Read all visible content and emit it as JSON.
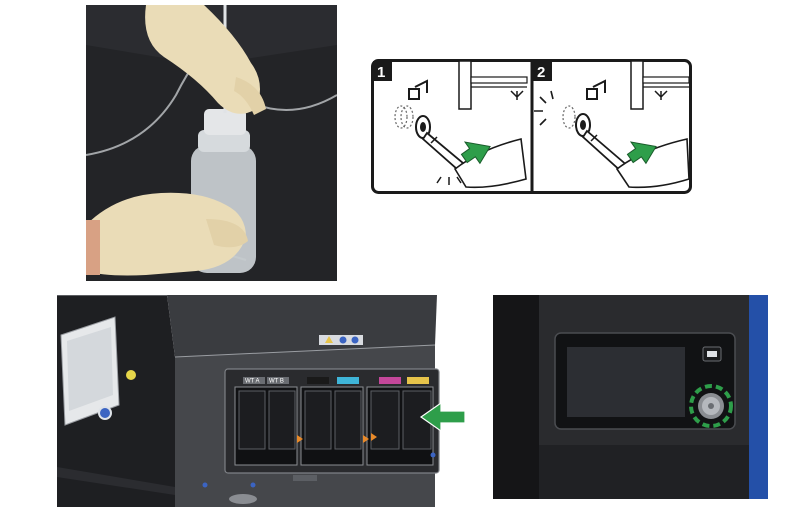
{
  "diagram": {
    "steps": [
      "1",
      "2"
    ]
  },
  "printer": {
    "slot_labels": [
      "WT A",
      "WT B"
    ]
  },
  "icons": {
    "diagram_arrow": "green-arrow-icon",
    "printer_arrow": "green-arrow-icon",
    "panel_highlight": "dashed-circle-highlight-icon"
  },
  "colors": {
    "highlight_green": "#2e9e4a",
    "cyan": "#3fb5d8",
    "magenta": "#c4479a",
    "yellow": "#e6c34a",
    "orange_tab": "#e88a2a"
  }
}
